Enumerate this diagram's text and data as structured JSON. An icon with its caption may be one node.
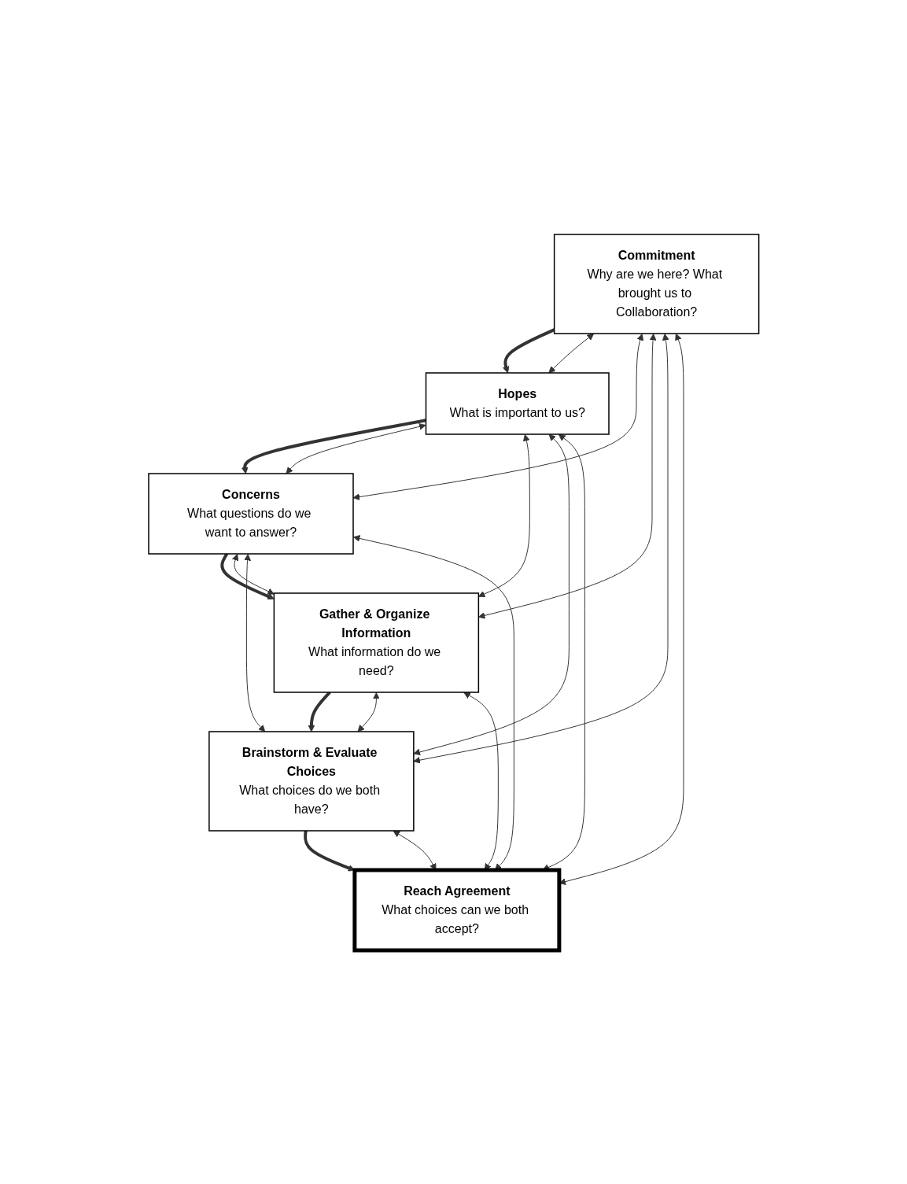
{
  "diagram": {
    "nodes": [
      {
        "text": [
          "Commitment",
          "Why are we here? What brought us to Collaboration?"
        ]
      },
      {
        "text": [
          "Hopes",
          "What is important to us?"
        ]
      },
      {
        "text": [
          "Concerns",
          "What questions do we want to answer?"
        ]
      },
      {
        "text": [
          "Gather & Organize Information",
          "What information do we need?"
        ]
      },
      {
        "text": [
          "Brainstorm & Evaluate Choices",
          "What choices do we both have?"
        ]
      },
      {
        "text": [
          "Reach Agreement",
          "What choices can we both accept?"
        ]
      }
    ],
    "edges": [
      {
        "from": 0,
        "to": 1,
        "arrow": "to",
        "style": "thick"
      },
      {
        "from": 1,
        "to": 2,
        "arrow": "to",
        "style": "thick"
      },
      {
        "from": 2,
        "to": 3,
        "arrow": "to",
        "style": "thick"
      },
      {
        "from": 3,
        "to": 4,
        "arrow": "to",
        "style": "thick"
      },
      {
        "from": 4,
        "to": 5,
        "arrow": "to",
        "style": "thick"
      },
      {
        "from": 0,
        "to": 1,
        "arrow": "both"
      },
      {
        "from": 0,
        "to": 2,
        "arrow": "both"
      },
      {
        "from": 0,
        "to": 3,
        "arrow": "both"
      },
      {
        "from": 0,
        "to": 4,
        "arrow": "both"
      },
      {
        "from": 0,
        "to": 5,
        "arrow": "both"
      },
      {
        "from": 1,
        "to": 2,
        "arrow": "both"
      },
      {
        "from": 1,
        "to": 3,
        "arrow": "both"
      },
      {
        "from": 1,
        "to": 4,
        "arrow": "both"
      },
      {
        "from": 1,
        "to": 5,
        "arrow": "both"
      },
      {
        "from": 2,
        "to": 3,
        "arrow": "both"
      },
      {
        "from": 2,
        "to": 4,
        "arrow": "both"
      },
      {
        "from": 2,
        "to": 5,
        "arrow": "both"
      },
      {
        "from": 3,
        "to": 4,
        "arrow": "both"
      },
      {
        "from": 3,
        "to": 5,
        "arrow": "both"
      },
      {
        "from": 4,
        "to": 5,
        "arrow": "both"
      }
    ]
  }
}
